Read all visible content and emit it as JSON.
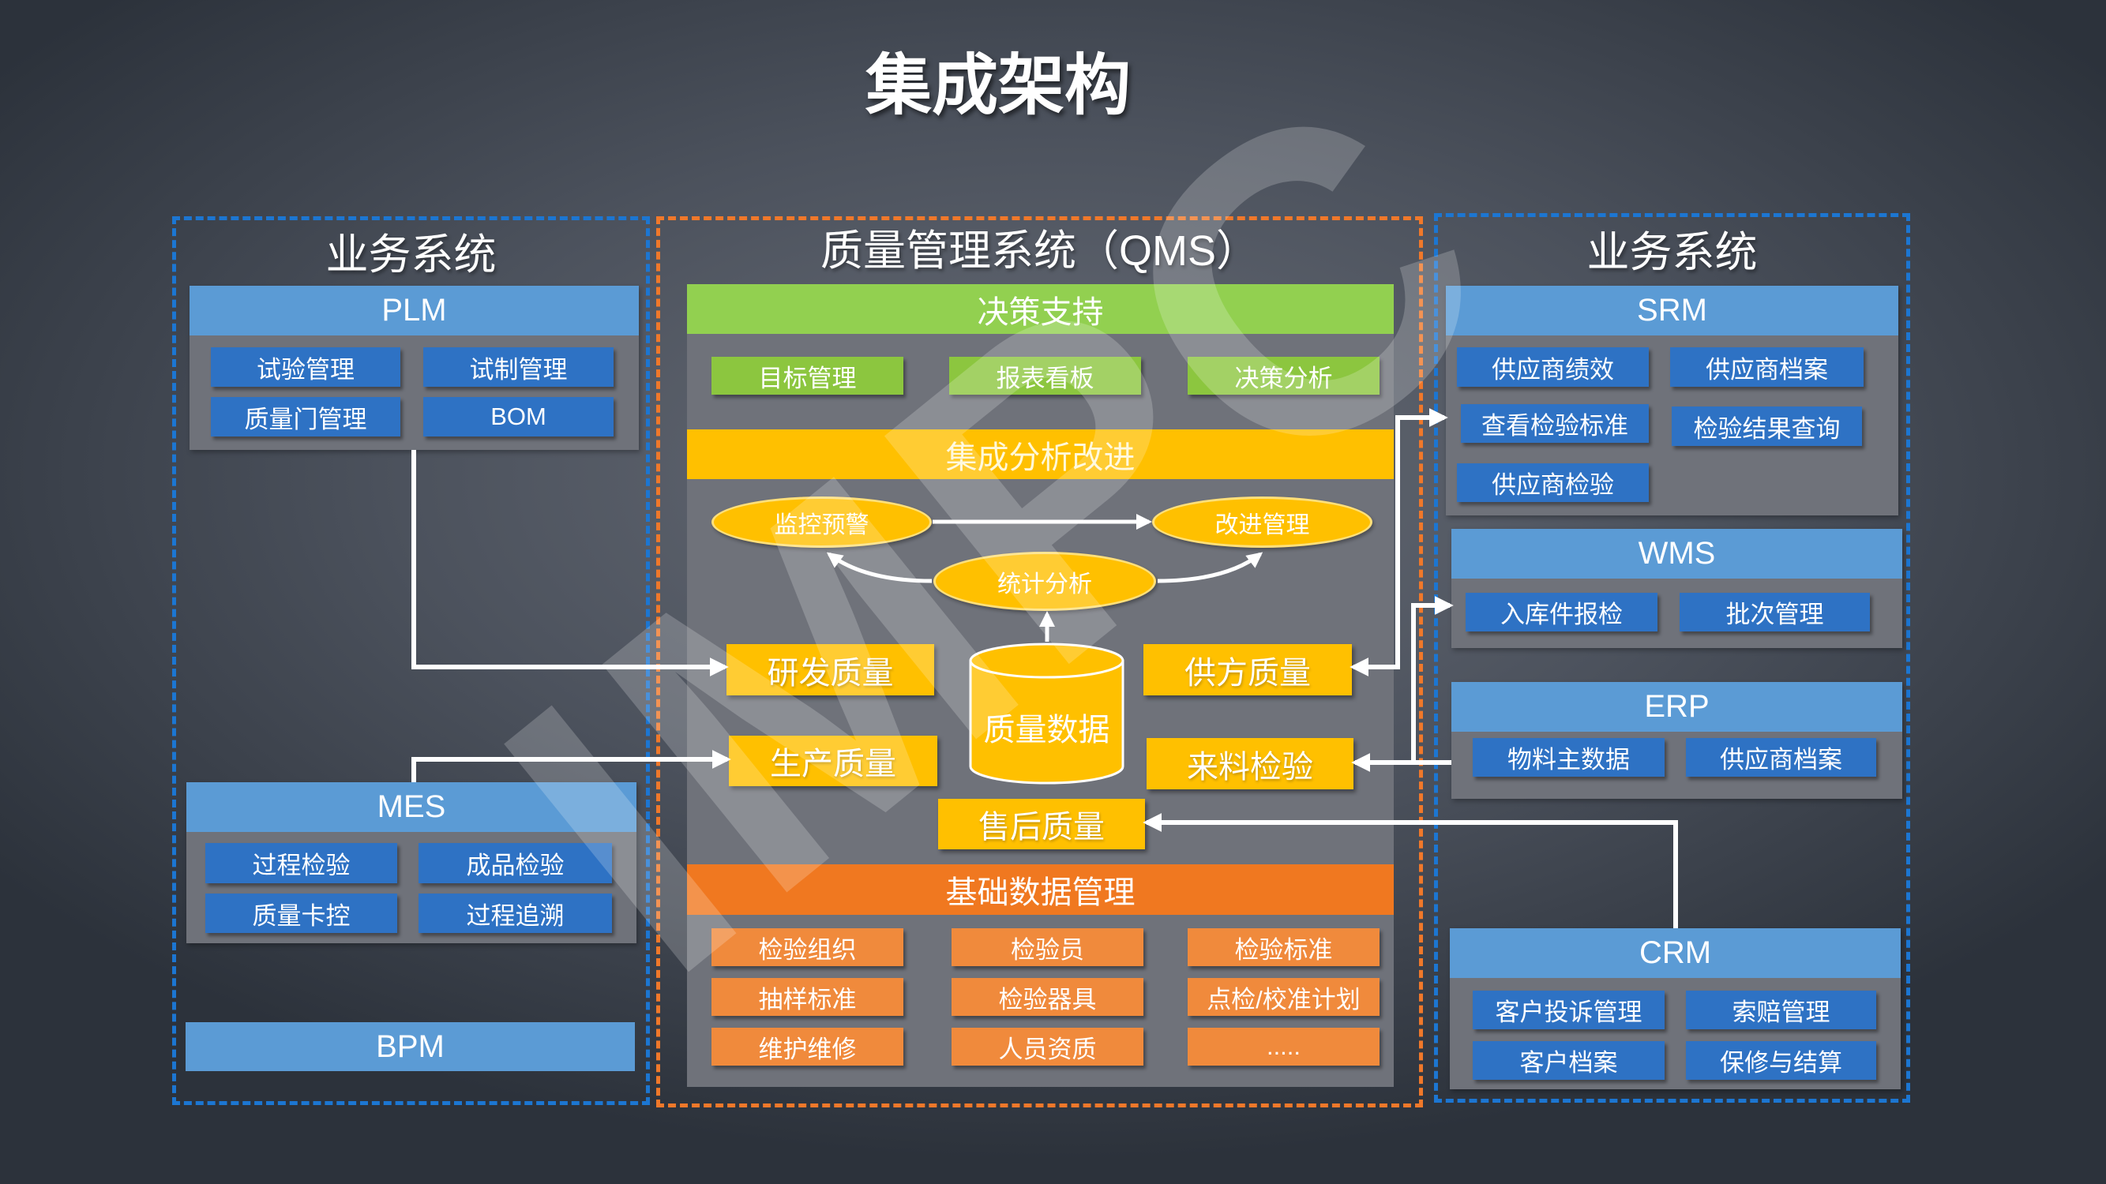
{
  "title": "集成架构",
  "watermark": "IMPC",
  "left": {
    "title": "业务系统",
    "plm": {
      "header": "PLM",
      "items": [
        "试验管理",
        "试制管理",
        "质量门管理",
        "BOM"
      ]
    },
    "mes": {
      "header": "MES",
      "items": [
        "过程检验",
        "成品检验",
        "质量卡控",
        "过程追溯"
      ]
    },
    "bpm": "BPM"
  },
  "middle": {
    "title": "质量管理系统（QMS）",
    "decision": {
      "header": "决策支持",
      "items": [
        "目标管理",
        "报表看板",
        "决策分析"
      ]
    },
    "analysis": {
      "header": "集成分析改进",
      "monitor": "监控预警",
      "improve": "改进管理",
      "stats": "统计分析"
    },
    "quality": {
      "rd": "研发质量",
      "production": "生产质量",
      "data": "质量数据",
      "supplier": "供方质量",
      "incoming": "来料检验",
      "after_sales": "售后质量"
    },
    "base": {
      "header": "基础数据管理",
      "items": [
        "检验组织",
        "检验员",
        "检验标准",
        "抽样标准",
        "检验器具",
        "点检/校准计划",
        "维护维修",
        "人员资质",
        "....."
      ]
    }
  },
  "right": {
    "title": "业务系统",
    "srm": {
      "header": "SRM",
      "items": [
        "供应商绩效",
        "供应商档案",
        "查看检验标准",
        "检验结果查询",
        "供应商检验"
      ]
    },
    "wms": {
      "header": "WMS",
      "items": [
        "入库件报检",
        "批次管理"
      ]
    },
    "erp": {
      "header": "ERP",
      "items": [
        "物料主数据",
        "供应商档案"
      ]
    },
    "crm": {
      "header": "CRM",
      "items": [
        "客户投诉管理",
        "索赔管理",
        "客户档案",
        "保修与结算"
      ]
    }
  },
  "colors": {
    "panel_header": "#5b9bd5",
    "system_button": "#2e72c4",
    "decision": "#92d050",
    "analysis": "#ffc000",
    "base_data": "#f07820",
    "border_business": "#1c76d2",
    "border_qms": "#f0782a",
    "connector": "#ffffff"
  }
}
